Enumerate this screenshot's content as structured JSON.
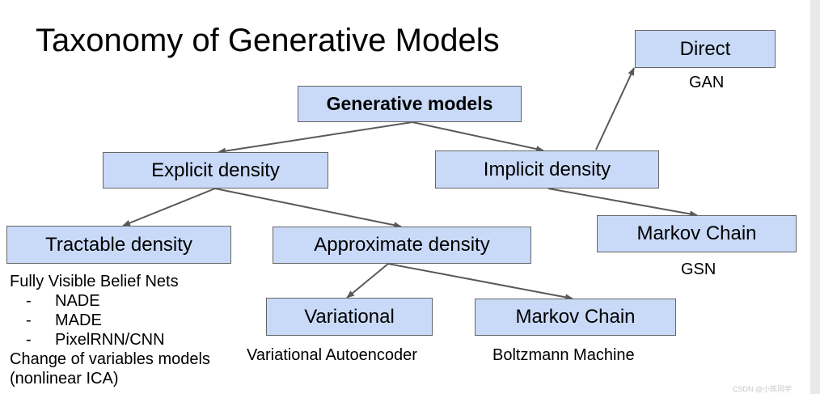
{
  "title": "Taxonomy of Generative Models",
  "nodes": {
    "root": "Generative models",
    "explicit": "Explicit density",
    "implicit": "Implicit density",
    "direct": "Direct",
    "markov_implicit": "Markov Chain",
    "tractable": "Tractable density",
    "approximate": "Approximate density",
    "variational": "Variational",
    "markov_approx": "Markov Chain"
  },
  "labels": {
    "direct": "GAN",
    "markov_implicit": "GSN",
    "variational": "Variational Autoencoder",
    "markov_approx": "Boltzmann Machine"
  },
  "tractable_examples": {
    "group1": "Fully Visible Belief Nets",
    "group1_items": [
      "NADE",
      "MADE",
      "PixelRNN/CNN"
    ],
    "bullet": "-",
    "group2_line1": "Change of variables models",
    "group2_line2": "(nonlinear ICA)"
  },
  "watermark": "CSDN @小陈同学",
  "colors": {
    "box_fill": "#c9daf8",
    "box_border": "#666666",
    "arrow": "#595959"
  }
}
